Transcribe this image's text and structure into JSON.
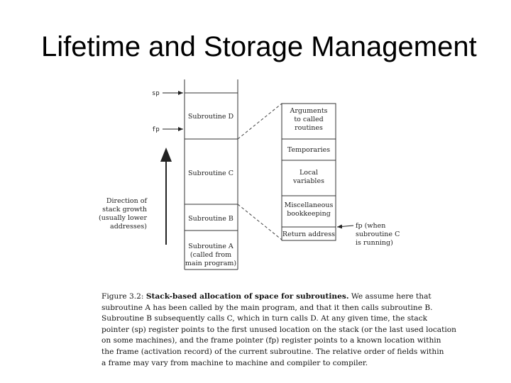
{
  "slide": {
    "title": "Lifetime and Storage Management"
  },
  "diagram": {
    "pointers": {
      "sp": "sp",
      "fp": "fp"
    },
    "stack_frames": [
      "Subroutine D",
      "Subroutine C",
      "Subroutine B",
      "Subroutine A",
      "(called from",
      "main program)"
    ],
    "growth_label": [
      "Direction of",
      "stack growth",
      "(usually lower",
      "addresses)"
    ],
    "frame_fields": [
      [
        "Arguments",
        "to called",
        "routines"
      ],
      [
        "Temporaries"
      ],
      [
        "Local",
        "variables"
      ],
      [
        "Miscellaneous",
        "bookkeeping"
      ],
      [
        "Return address"
      ]
    ],
    "fp_note": [
      "fp (when",
      "subroutine C",
      "is running)"
    ]
  },
  "caption": {
    "figure_label": "Figure 3.2:",
    "bold_title": "Stack-based allocation of space for subroutines.",
    "lines": [
      "We assume here that",
      "subroutine A has been called by the main program, and that it then calls subroutine B.",
      "Subroutine B subsequently calls C, which in turn calls D.  At any given time, the stack",
      "pointer (sp) register points to the first unused location on the stack (or the last used location",
      "on some machines), and the frame pointer (fp) register points to a known location within",
      "the frame (activation record) of the current subroutine.  The relative order of fields within",
      "a frame may vary from machine to machine and compiler to compiler."
    ]
  }
}
